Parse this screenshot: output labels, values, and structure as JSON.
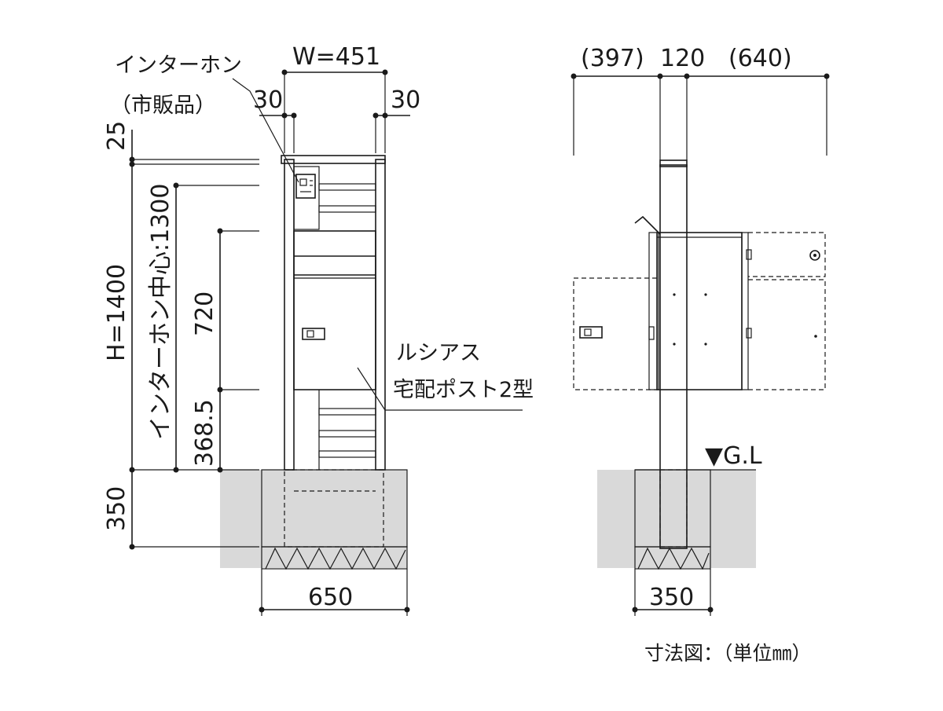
{
  "front_view": {
    "width_label": "W=451",
    "left_offset_label": "30",
    "right_offset_label": "30",
    "top_gap_label": "25",
    "height_label": "H=1400",
    "intercom_center_label": "インターホン中心:1300",
    "mid_height_label": "720",
    "lower_height_label": "368.5",
    "foundation_depth_label": "350",
    "foundation_width_label": "650",
    "intercom_label": "インターホン",
    "intercom_note": "（市販品）",
    "product_name_line1": "ルシアス",
    "product_name_line2": "宅配ポスト2型"
  },
  "side_view": {
    "left_extent_label": "(397)",
    "post_width_label": "120",
    "right_extent_label": "(640)",
    "ground_level_label": "▼G.L",
    "foundation_width_label": "350"
  },
  "caption": "寸法図：（単位㎜）",
  "colors": {
    "line": "#1a1a1a",
    "ground": "#d9d9d9",
    "background": "#ffffff"
  }
}
